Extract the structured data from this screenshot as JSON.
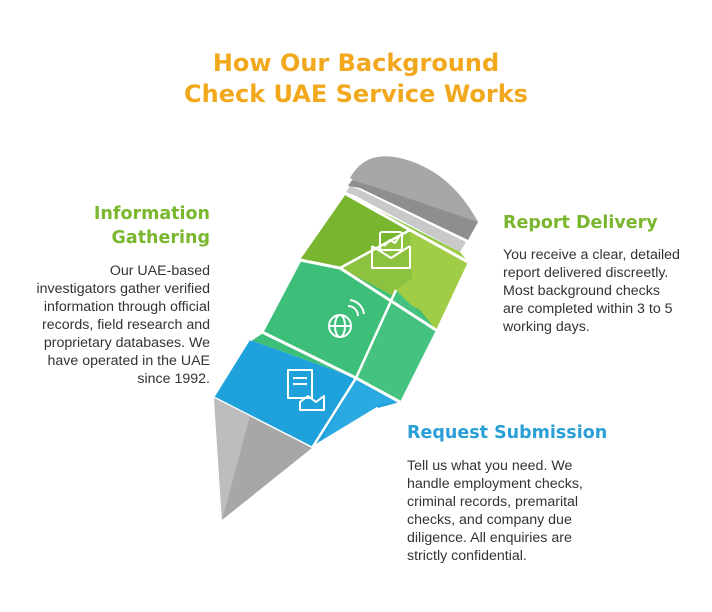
{
  "title": {
    "lines": [
      "How Our Background",
      "Check UAE Service Works"
    ]
  },
  "colors": {
    "title": "#F2A81D",
    "info": "#7AB72E",
    "report": "#7AB72E",
    "request": "#2A9FD6",
    "band_top": "#8CC23F",
    "band_mid": "#3DBF7A",
    "band_bottom": "#1FA2DB",
    "pencil_gray": "#A7A7A7"
  },
  "steps": {
    "info": {
      "heading": [
        "Information",
        "Gathering"
      ],
      "body": [
        "Our UAE-based",
        "investigators gather verified",
        "information through official",
        "records, field research and",
        "proprietary databases. We",
        "have operated in the UAE",
        "since 1992."
      ],
      "icon": "globe-signal-icon"
    },
    "report": {
      "heading": [
        "Report Delivery"
      ],
      "body": [
        "You receive a clear, detailed",
        "report delivered discreetly.",
        "Most background checks",
        "are completed within 3 to 5",
        "working days."
      ],
      "icon": "envelope-chart-icon"
    },
    "request": {
      "heading": [
        "Request Submission"
      ],
      "body": [
        "Tell us what you need. We",
        "handle employment checks,",
        "criminal records, premarital",
        "checks, and company due",
        "diligence. All enquiries are",
        "strictly confidential."
      ],
      "icon": "document-handshake-icon"
    }
  }
}
